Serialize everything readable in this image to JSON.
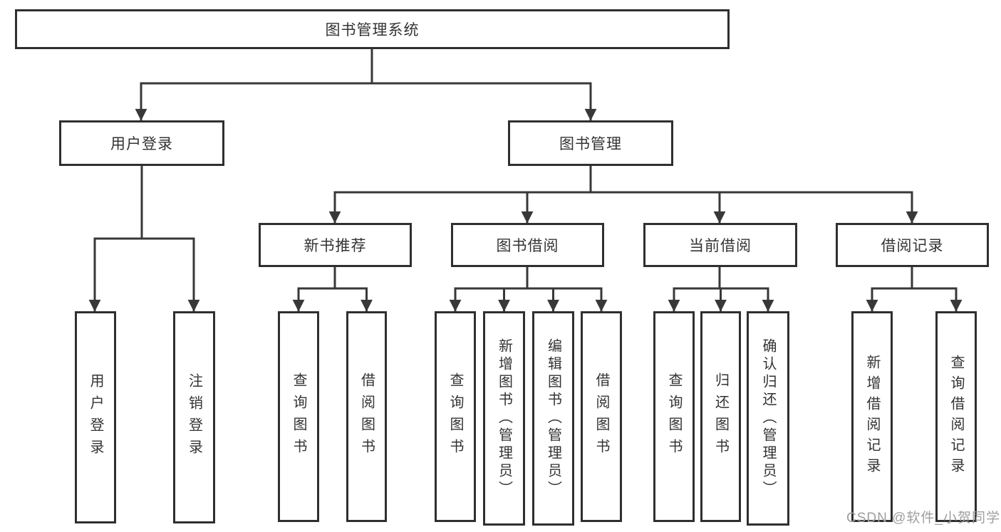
{
  "diagram": {
    "type": "functional-structure-tree",
    "tree": {
      "label": "图书管理系统",
      "children": [
        {
          "label": "用户登录",
          "children": [
            {
              "label": "用户登录"
            },
            {
              "label": "注销登录"
            }
          ]
        },
        {
          "label": "图书管理",
          "children": [
            {
              "label": "新书推荐",
              "children": [
                {
                  "label": "查询图书"
                },
                {
                  "label": "借阅图书"
                }
              ]
            },
            {
              "label": "图书借阅",
              "children": [
                {
                  "label": "查询图书"
                },
                {
                  "label": "新增图书（管理员）"
                },
                {
                  "label": "编辑图书（管理员）"
                },
                {
                  "label": "借阅图书"
                }
              ]
            },
            {
              "label": "当前借阅",
              "children": [
                {
                  "label": "查询图书"
                },
                {
                  "label": "归还图书"
                },
                {
                  "label": "确认归还（管理员）"
                }
              ]
            },
            {
              "label": "借阅记录",
              "children": [
                {
                  "label": "新增借阅记录"
                },
                {
                  "label": "查询借阅记录"
                }
              ]
            }
          ]
        }
      ]
    },
    "colors": {
      "line": "#383838",
      "box_border": "#2f2f2f",
      "text": "#333333",
      "background": "#ffffff",
      "watermark": "#9e9e9e"
    }
  },
  "watermark": {
    "text": "CSDN @软件_小贺同学"
  }
}
